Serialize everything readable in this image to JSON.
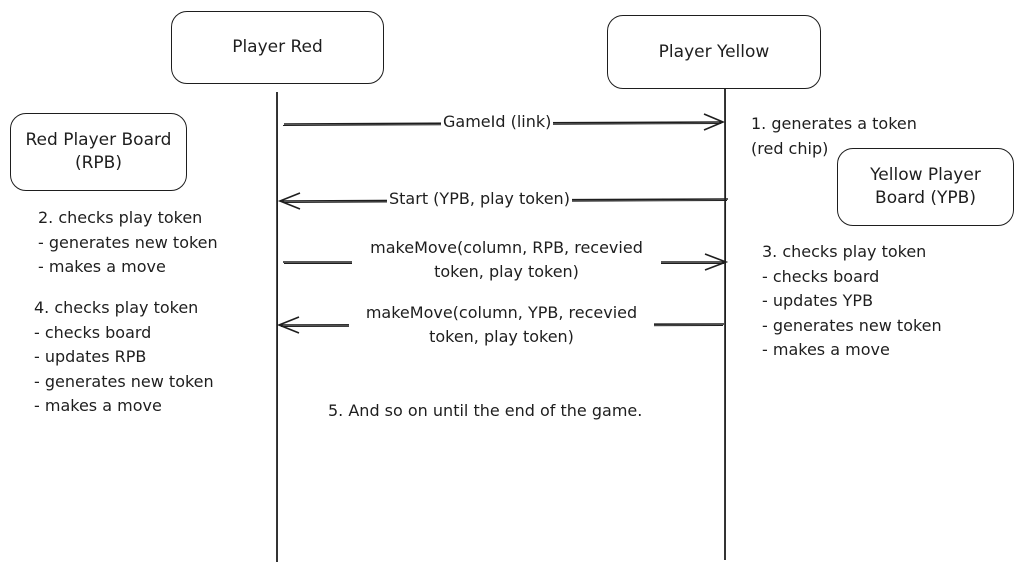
{
  "actors": {
    "red": "Player Red",
    "yellow": "Player Yellow"
  },
  "boards": {
    "red": "Red Player Board\n(RPB)",
    "yellow": "Yellow Player\nBoard (YPB)"
  },
  "messages": [
    {
      "label": "GameId (link)",
      "from": "red",
      "to": "yellow"
    },
    {
      "label": "Start (YPB, play token)",
      "from": "yellow",
      "to": "red"
    },
    {
      "label_lines": [
        "makeMove(column, RPB, recevied",
        "token, play token)"
      ],
      "from": "red",
      "to": "yellow"
    },
    {
      "label_lines": [
        "makeMove(column, YPB, recevied",
        "token, play token)"
      ],
      "from": "yellow",
      "to": "red"
    }
  ],
  "notes": {
    "step1": [
      "1. generates a token",
      "(red chip)"
    ],
    "step2": [
      "2. checks play token",
      "- generates new token",
      "- makes a move"
    ],
    "step3": [
      "3. checks play token",
      "- checks board",
      "- updates YPB",
      "- generates new token",
      "- makes a move"
    ],
    "step4": [
      "4. checks play token",
      "- checks board",
      "- updates RPB",
      "- generates new token",
      "- makes a move"
    ],
    "step5": "5. And so on until the end of the game."
  },
  "colors": {
    "stroke": "#1e1e1e",
    "background": "#ffffff"
  }
}
